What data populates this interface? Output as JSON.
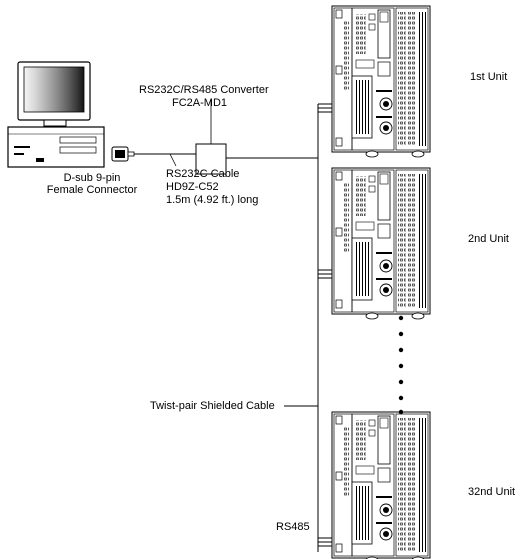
{
  "labels": {
    "converter_line1": "RS232C/RS485 Converter",
    "converter_line2": "FC2A-MD1",
    "connector_line1": "D-sub 9-pin",
    "connector_line2": "Female Connector",
    "cable_line1": "RS232C Cable",
    "cable_line2": "HD9Z-C52",
    "cable_line3": "1.5m (4.92 ft.) long",
    "twisted_pair": "Twist-pair Shielded Cable",
    "rs485": "RS485"
  },
  "units": [
    {
      "label": "1st Unit"
    },
    {
      "label": "2nd Unit"
    },
    {
      "label": "32nd Unit"
    }
  ],
  "continuation_dots": 7
}
